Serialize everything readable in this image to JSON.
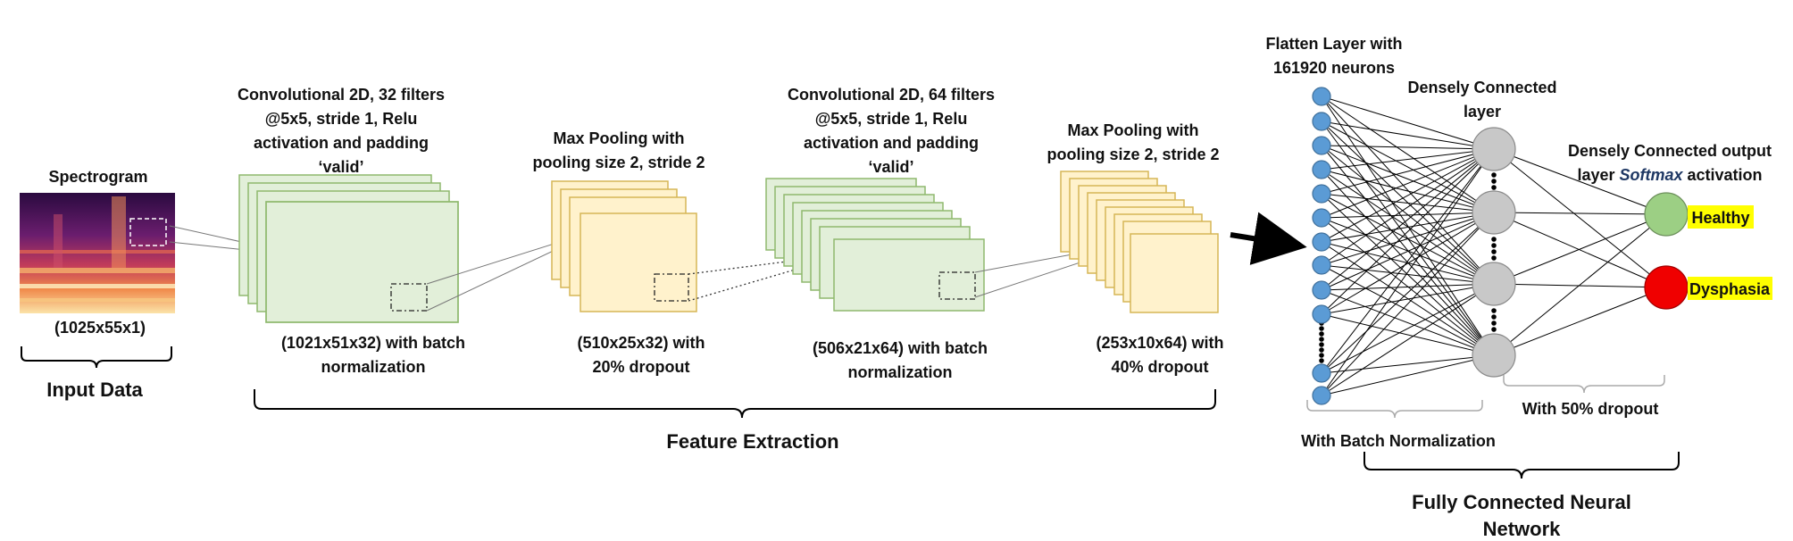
{
  "diagram": {
    "input": {
      "title": "Spectrogram",
      "dims": "(1025x55x1)",
      "section_label": "Input Data"
    },
    "conv1": {
      "caption": [
        "Convolutional  2D, 32 filters",
        "@5x5, stride 1, Relu",
        "activation and padding",
        "‘valid’"
      ],
      "output": [
        "(1021x51x32) with batch",
        "normalization"
      ]
    },
    "pool1": {
      "caption": [
        "Max Pooling with",
        "pooling size 2, stride 2"
      ],
      "output": [
        "(510x25x32) with",
        "20% dropout"
      ]
    },
    "conv2": {
      "caption": [
        "Convolutional  2D, 64 filters",
        "@5x5, stride 1, Relu",
        "activation and padding",
        "‘valid’"
      ],
      "output": [
        "(506x21x64) with batch",
        "normalization"
      ]
    },
    "pool2": {
      "caption": [
        "Max Pooling with",
        "pooling size 2, stride 2"
      ],
      "output": [
        "(253x10x64) with",
        "40% dropout"
      ]
    },
    "feature_extraction_label": "Feature Extraction",
    "flatten": {
      "caption": [
        "Flatten Layer with",
        "161920 neurons"
      ]
    },
    "dense": {
      "caption": [
        "Densely Connected",
        "layer"
      ]
    },
    "output_layer": {
      "caption_prefix": "Densely Connected output",
      "caption_line2_a": "layer ",
      "caption_line2_em": "Softmax",
      "caption_line2_b": " activation"
    },
    "classes": [
      {
        "label": "Healthy",
        "color": "#9ccf84"
      },
      {
        "label": "Dysphasia",
        "color": "#f00000"
      }
    ],
    "batch_norm_label": "With Batch Normalization",
    "dropout_label": "With 50% dropout",
    "fc_label": [
      "Fully Connected Neural",
      "Network"
    ],
    "colors": {
      "conv_fill": "#e2efd9",
      "conv_stroke": "#8fb96e",
      "pool_fill": "#fff2cc",
      "pool_stroke": "#d6b656",
      "node_blue": "#5b9bd5",
      "node_gray": "#c8c8c8",
      "highlight": "#ffff00",
      "softmax": "#1f3864"
    }
  }
}
